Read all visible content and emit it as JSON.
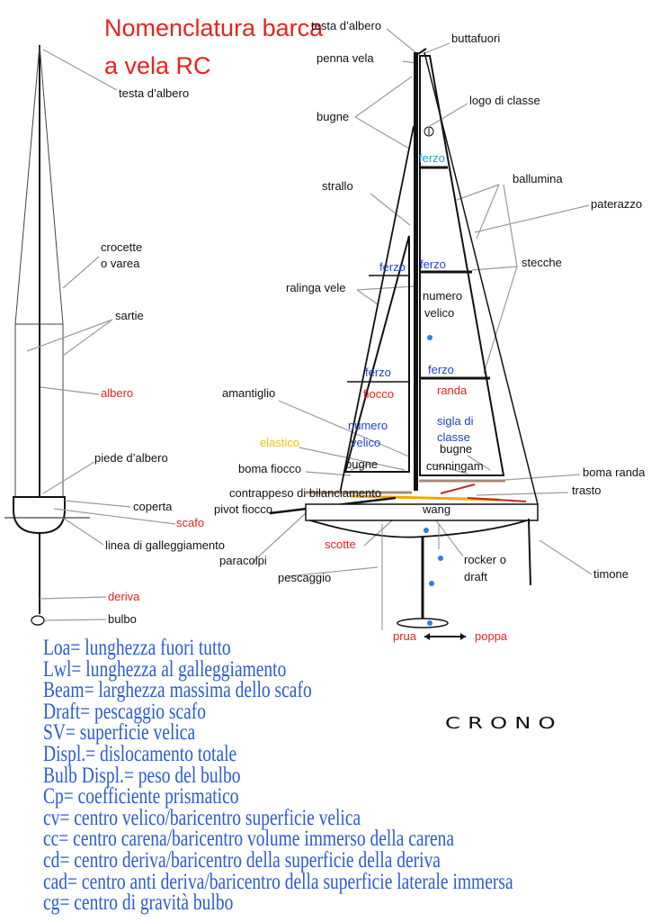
{
  "title": {
    "line1": "Nomenclatura barca",
    "line2": "a vela RC"
  },
  "left": {
    "testa": "testa d’albero",
    "crocette": "crocette",
    "varea": "o varea",
    "sartie": "sartie",
    "albero": "albero",
    "piede": "piede d’albero",
    "coperta": "coperta",
    "scafo": "scafo",
    "galleggiamento": "linea di galleggiamento",
    "deriva": "deriva",
    "bulbo": "bulbo"
  },
  "right": {
    "testa": "testa d’albero",
    "buttafuori": "buttafuori",
    "penna": "penna vela",
    "logo": "logo di classe",
    "bugne1": "bugne",
    "ferzo_top": "ferzo",
    "ballumina": "ballumina",
    "strallo": "strallo",
    "paterazzo": "paterazzo",
    "stecche": "stecche",
    "ferzo_j1": "ferzo",
    "ferzo_m1": "ferzo",
    "ralinga": "ralinga vele",
    "numero_m": "numero",
    "velico_m": "velico",
    "ferzo_j2": "ferzo",
    "ferzo_m2": "ferzo",
    "fiocco": "fiocco",
    "randa": "randa",
    "amantiglio": "amantiglio",
    "numero_j": "numero",
    "velico_j": "velico",
    "sigla": "sigla di",
    "classe": "classe",
    "elastico": "elastico",
    "bugne2": "bugne",
    "boma_fiocco": "boma fiocco",
    "bugne3": "bugne",
    "cunningam": "cunningam",
    "boma_randa": "boma randa",
    "contrappeso": "contrappeso di bilanciamento",
    "trasto": "trasto",
    "pivot": "pivot fiocco",
    "wang": "wang",
    "scotte": "scotte",
    "paracolpi": "paracolpi",
    "rocker": "rocker o",
    "draft": "draft",
    "pescaggio": "pescaggio",
    "timone": "timone",
    "prua": "prua",
    "poppa": "poppa"
  },
  "legend": [
    "Loa= lunghezza fuori tutto",
    "Lwl= lunghezza al galleggiamento",
    "Beam= larghezza massima dello scafo",
    "Draft= pescaggio scafo",
    "SV= superficie velica",
    "Displ.= dislocamento totale",
    "Bulb Displ.= peso del bulbo",
    "Cp= coefficiente prismatico",
    "cv= centro velico/baricentro superficie velica",
    "cc= centro carena/baricentro volume immerso della carena",
    "cd= centro deriva/baricentro della superficie della deriva",
    "cad= centro anti deriva/baricentro della superficie laterale immersa",
    "cg= centro di gravità bulbo"
  ],
  "logo": "CRONO",
  "colors": {
    "red": "#e8231e",
    "blue": "#1f45c8",
    "legend": "#2a5bd7",
    "cyan": "#1aa6c8",
    "yellow": "#f2c200"
  }
}
